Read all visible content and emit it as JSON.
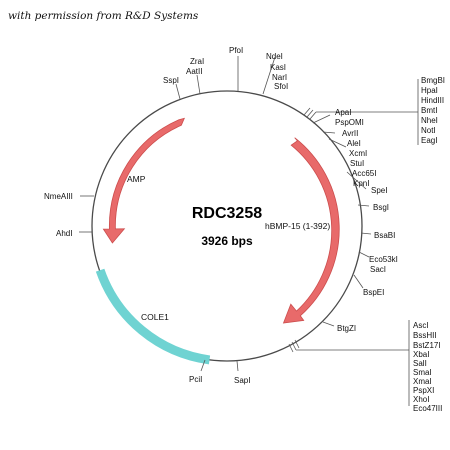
{
  "credit": "with permission from R&D Systems",
  "plasmid": {
    "name": "RDC3258",
    "size": "3926 bps"
  },
  "features": {
    "amp": "AMP",
    "insert": "hBMP-15 (1-392)",
    "cole1": "COLE1"
  },
  "feature_colors": {
    "resistance_arrow": "#e86a6a",
    "insert_arrow": "#e86a6a",
    "origin_band": "#6fd3d2",
    "backbone": "#4a4a4a"
  },
  "sites": {
    "pfoi": "PfoI",
    "ndel": "NdeI",
    "kasl": "KasI",
    "narl": "NarI",
    "sfol": "SfoI",
    "zral": "ZraI",
    "aatll": "AatII",
    "sspl": "SspI",
    "apal": "ApaI",
    "pspomi": "PspOMI",
    "avrll": "AvrII",
    "alel": "AleI",
    "xcml": "XcmI",
    "stul": "StuI",
    "acc65l": "Acc65I",
    "kpnl": "KpnI",
    "spel": "SpeI",
    "bsgl": "BsgI",
    "bsabl": "BsaBI",
    "eco53kl": "Eco53kI",
    "sacl": "SacI",
    "bspel": "BspEI",
    "btgzl": "BtgZI",
    "sapl": "SapI",
    "pcil": "PciI",
    "ahdl": "AhdI",
    "nmeaIII": "NmeAIII"
  },
  "mcs_top": [
    "BmgBI",
    "HpaI",
    "HindIII",
    "BmtI",
    "NheI",
    "NotI",
    "EagI"
  ],
  "mcs_bottom": [
    "AscI",
    "BssHII",
    "BstZ17I",
    "XbaI",
    "SalI",
    "SmaI",
    "XmaI",
    "PspXI",
    "XhoI",
    "Eco47III"
  ]
}
